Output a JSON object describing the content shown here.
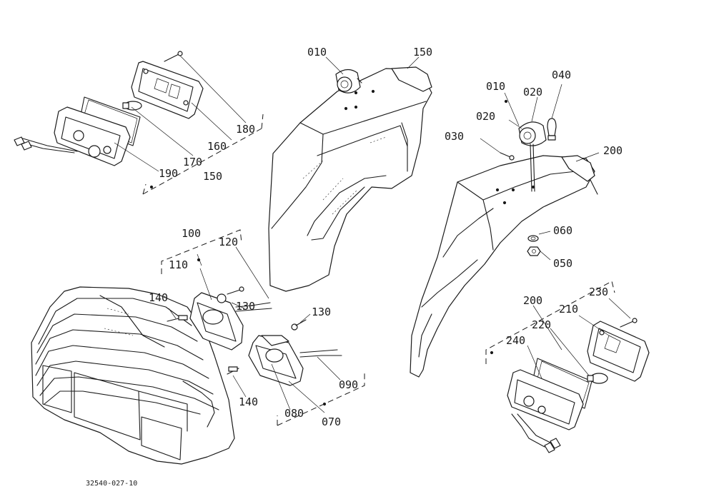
{
  "diagram": {
    "reference_code": "32540-027-10",
    "callouts": [
      {
        "id": "c010a",
        "text": "010"
      },
      {
        "id": "c150a",
        "text": "150"
      },
      {
        "id": "c180",
        "text": "180"
      },
      {
        "id": "c160",
        "text": "160"
      },
      {
        "id": "c170",
        "text": "170"
      },
      {
        "id": "c190",
        "text": "190"
      },
      {
        "id": "c150b",
        "text": "150"
      },
      {
        "id": "c010b",
        "text": "010"
      },
      {
        "id": "c020a",
        "text": "020"
      },
      {
        "id": "c040",
        "text": "040"
      },
      {
        "id": "c020b",
        "text": "020"
      },
      {
        "id": "c030",
        "text": "030"
      },
      {
        "id": "c200a",
        "text": "200"
      },
      {
        "id": "c060",
        "text": "060"
      },
      {
        "id": "c050",
        "text": "050"
      },
      {
        "id": "c100",
        "text": "100"
      },
      {
        "id": "c110",
        "text": "110"
      },
      {
        "id": "c120",
        "text": "120"
      },
      {
        "id": "c140a",
        "text": "140"
      },
      {
        "id": "c130a",
        "text": "130"
      },
      {
        "id": "c130b",
        "text": "130"
      },
      {
        "id": "c140b",
        "text": "140"
      },
      {
        "id": "c090",
        "text": "090"
      },
      {
        "id": "c080",
        "text": "080"
      },
      {
        "id": "c070",
        "text": "070"
      },
      {
        "id": "c200b",
        "text": "200"
      },
      {
        "id": "c230",
        "text": "230"
      },
      {
        "id": "c210",
        "text": "210"
      },
      {
        "id": "c220",
        "text": "220"
      },
      {
        "id": "c240",
        "text": "240"
      }
    ]
  }
}
